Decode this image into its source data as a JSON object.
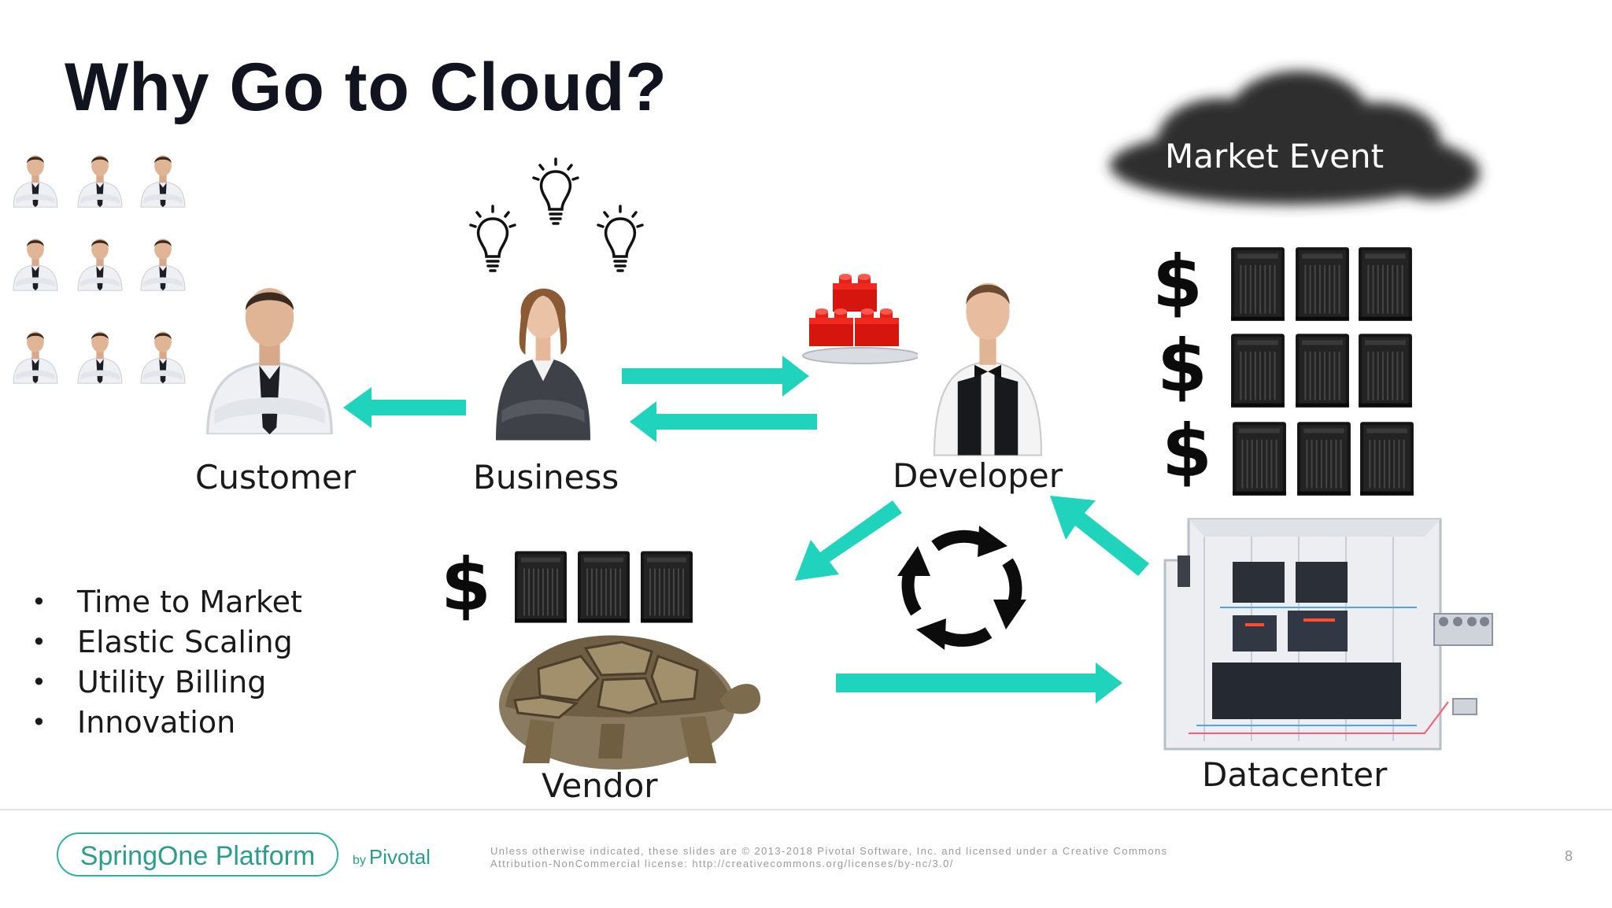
{
  "slide": {
    "title": "Why Go to Cloud?",
    "page_number": "8"
  },
  "actors": {
    "customer": "Customer",
    "business": "Business",
    "developer": "Developer",
    "vendor": "Vendor",
    "datacenter": "Datacenter",
    "cloud": "Market Event"
  },
  "dollar_sign": "$",
  "bullets": [
    "Time to Market",
    "Elastic Scaling",
    "Utility Billing",
    "Innovation"
  ],
  "footer": {
    "brand": "SpringOne Platform",
    "by_prefix": "by",
    "by_name": "Pivotal",
    "legal_line1": "Unless otherwise indicated, these slides are © 2013-2018 Pivotal Software, Inc. and licensed under a Creative Commons",
    "legal_line2": "Attribution-NonCommercial license: http://creativecommons.org/licenses/by-nc/3.0/"
  },
  "colors": {
    "arrow": "#1fd3bd",
    "brand": "#2bb3a0",
    "title": "#11131f"
  },
  "icons": [
    "person-icon",
    "lightbulb-icon",
    "lego-bricks-icon",
    "server-icon",
    "cloud-icon",
    "cycle-arrows-icon",
    "tortoise-icon",
    "datacenter-icon"
  ]
}
